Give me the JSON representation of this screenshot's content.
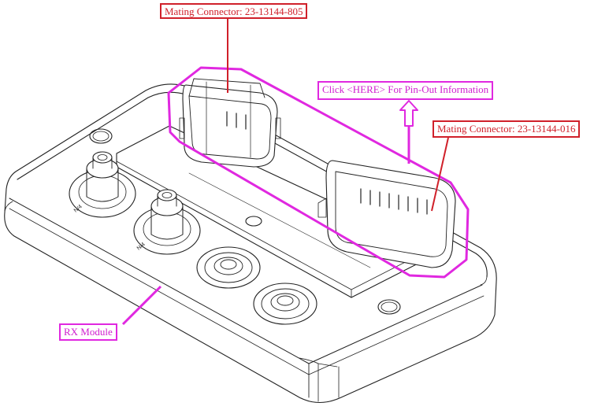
{
  "callouts": {
    "mating_connector_left": "Mating Connector: 23-13144-805",
    "mating_connector_right": "Mating Connector: 23-13144-016",
    "pinout_link": "Click <HERE> For Pin-Out Information",
    "module_label": "RX Module"
  },
  "part_markings": {
    "port_upper": "N/4",
    "port_lower": "N/4"
  },
  "colors": {
    "callout_red": "#d0202a",
    "highlight_magenta": "#e028e0",
    "drawing_line": "#222222"
  }
}
